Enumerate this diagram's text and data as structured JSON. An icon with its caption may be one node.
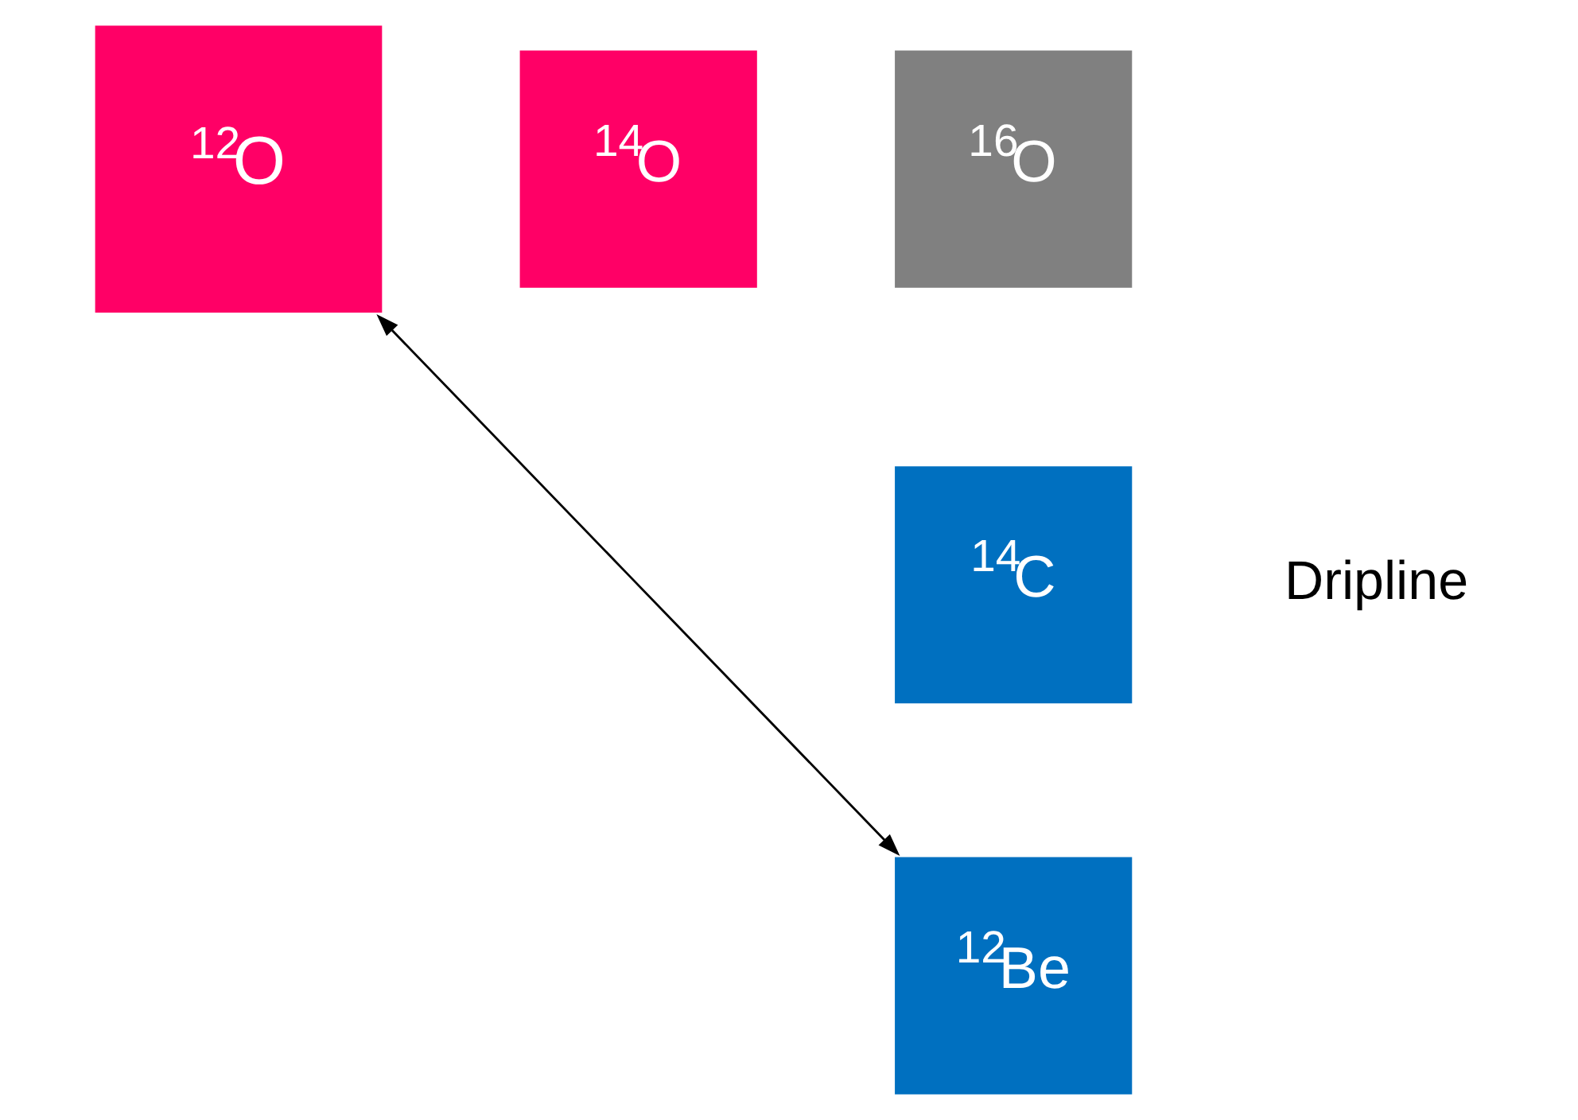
{
  "diagram": {
    "nodes": [
      {
        "text": [
          "$^{12}$O"
        ]
      },
      {
        "text": [
          "$^{14}$O"
        ]
      },
      {
        "text": [
          "$^{16}$O"
        ]
      },
      {
        "text": [
          "$^{14}$C"
        ]
      },
      {
        "text": [
          "$^{12}$Be"
        ]
      }
    ],
    "edges": [
      {
        "from": 0,
        "to": 4,
        "arrow": "both"
      }
    ],
    "labels": [
      "Dripline"
    ]
  }
}
